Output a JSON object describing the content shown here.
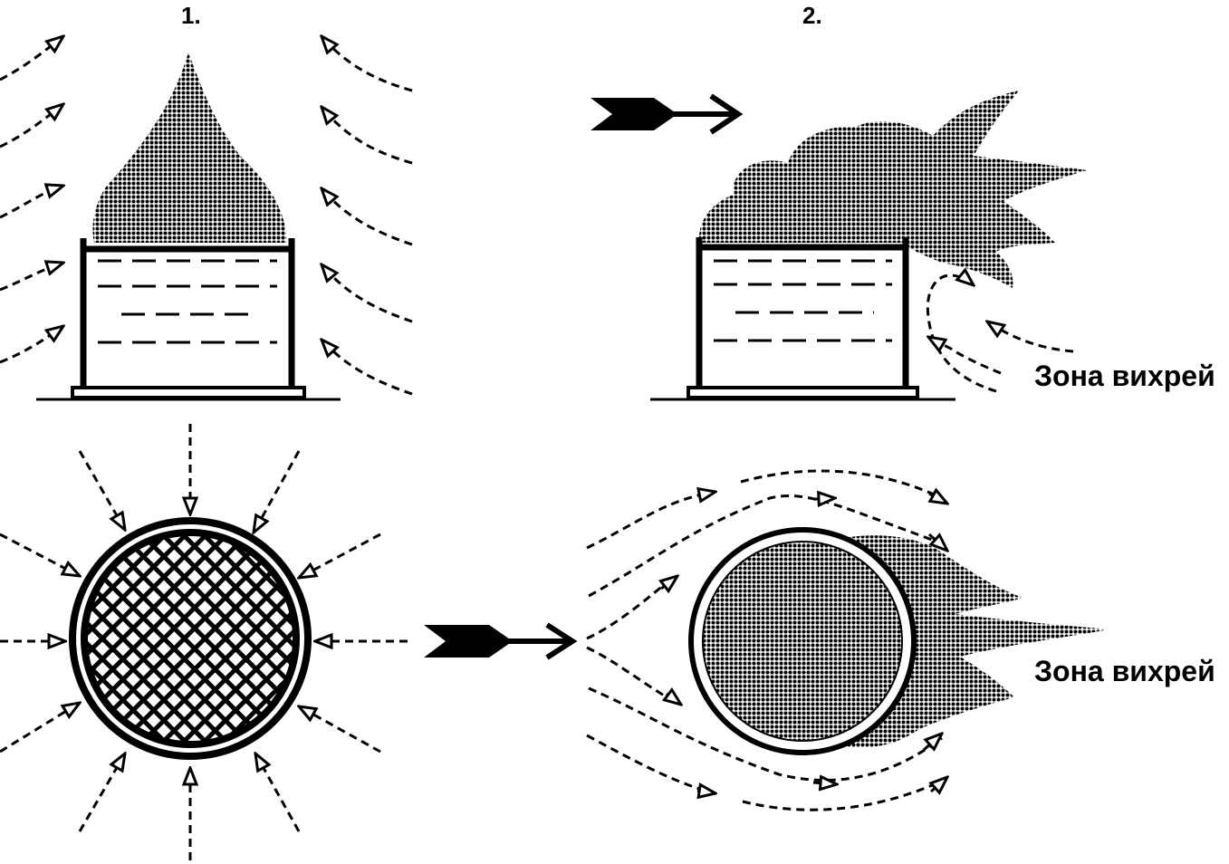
{
  "panels": [
    {
      "id": "panel-1",
      "label": "1."
    },
    {
      "id": "panel-2",
      "label": "2."
    }
  ],
  "annotations": {
    "vortex_zone_top": "Зона вихрей",
    "vortex_zone_bottom": "Зона вихрей"
  },
  "colors": {
    "ink": "#000000",
    "paper": "#ffffff",
    "smoke": "#1a1a1a"
  }
}
